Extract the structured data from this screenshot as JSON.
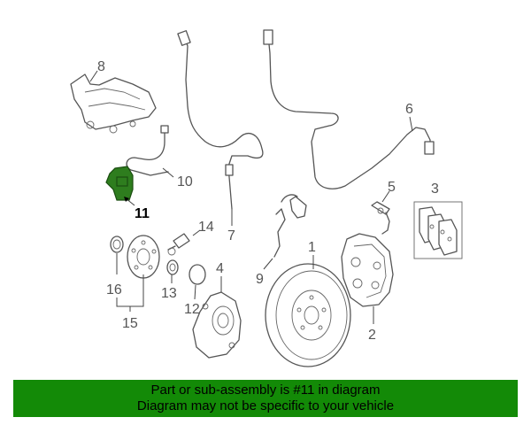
{
  "callouts": {
    "c1": "1",
    "c2": "2",
    "c3": "3",
    "c4": "4",
    "c5": "5",
    "c6": "6",
    "c7": "7",
    "c8": "8",
    "c9": "9",
    "c10": "10",
    "c11": "11",
    "c12": "12",
    "c13": "13",
    "c14": "14",
    "c15": "15",
    "c16": "16"
  },
  "highlighted_part": "11",
  "highlight_color": "#2e7d1e",
  "banner": {
    "line1": "Part or sub-assembly is #11 in diagram",
    "line2": "Diagram may not be specific to your vehicle",
    "background": "#138a07"
  }
}
